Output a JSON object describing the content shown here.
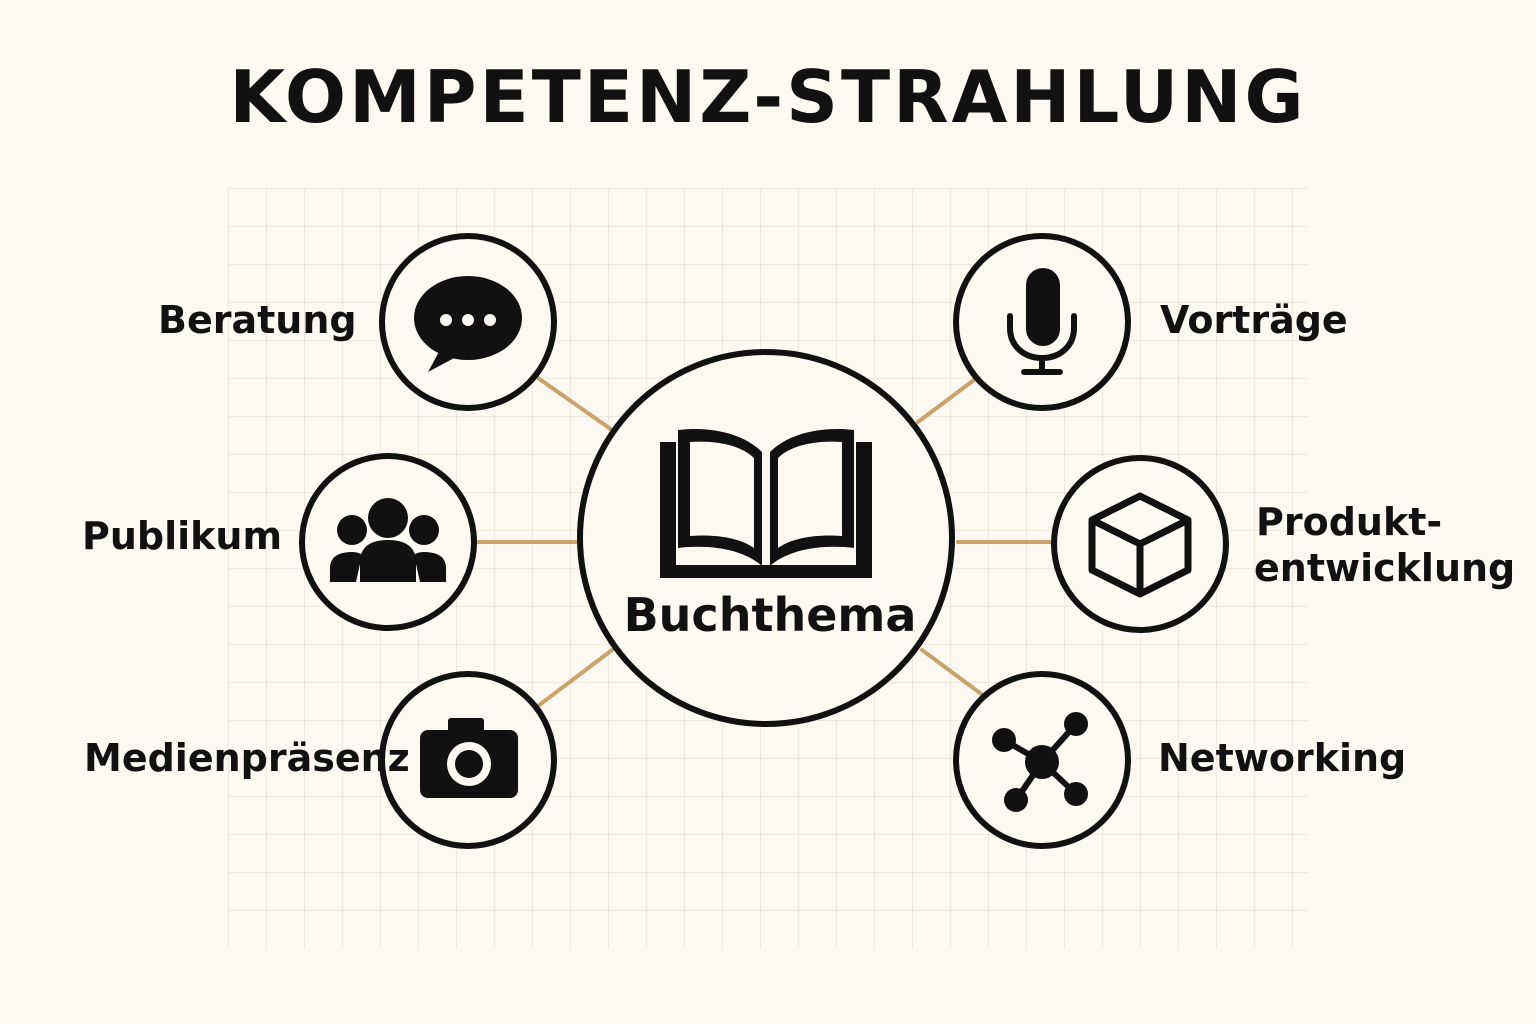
{
  "title": "KOMPETENZ-STRAHLUNG",
  "hub": {
    "label": "Buchthema",
    "icon": "open-book-icon"
  },
  "nodes": {
    "beratung": {
      "label": "Beratung",
      "icon": "chat-bubble-icon"
    },
    "publikum": {
      "label": "Publikum",
      "icon": "people-group-icon"
    },
    "medien": {
      "label": "Medienpräsenz",
      "icon": "camera-icon"
    },
    "vortraege": {
      "label": "Vorträge",
      "icon": "microphone-icon"
    },
    "produkt": {
      "label_line1": "Produkt-",
      "label_line2": "entwicklung",
      "icon": "cube-icon"
    },
    "networking": {
      "label": "Networking",
      "icon": "network-icon"
    }
  },
  "colors": {
    "background": "#fcf9f3",
    "outline": "#111111",
    "connector": "#c9a36a",
    "text": "#111111"
  }
}
